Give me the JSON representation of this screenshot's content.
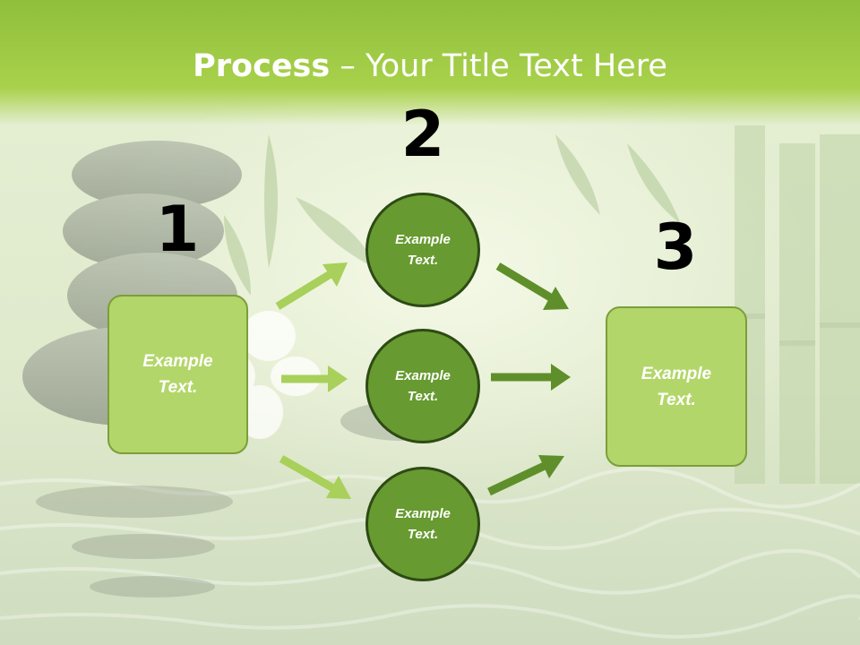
{
  "slide": {
    "title_bold": "Process",
    "title_rest": " – Your Title Text Here"
  },
  "steps": [
    {
      "number": "1",
      "label": "Example\nText."
    },
    {
      "number": "2",
      "label": "Example\nText."
    },
    {
      "number": "3",
      "label": "Example\nText."
    }
  ],
  "circles": [
    {
      "label": "Example\nText."
    },
    {
      "label": "Example\nText."
    },
    {
      "label": "Example\nText."
    }
  ],
  "colors": {
    "header_green": "#a9d14b",
    "box_fill": "#b3d66a",
    "box_border": "#7c9e3a",
    "circle_fill": "#679a30",
    "circle_border": "#2d4a14",
    "arrow_light": "#a8d05a",
    "arrow_dark": "#5e8f2a"
  },
  "icons": {
    "arrows": "arrow-right-icon"
  }
}
